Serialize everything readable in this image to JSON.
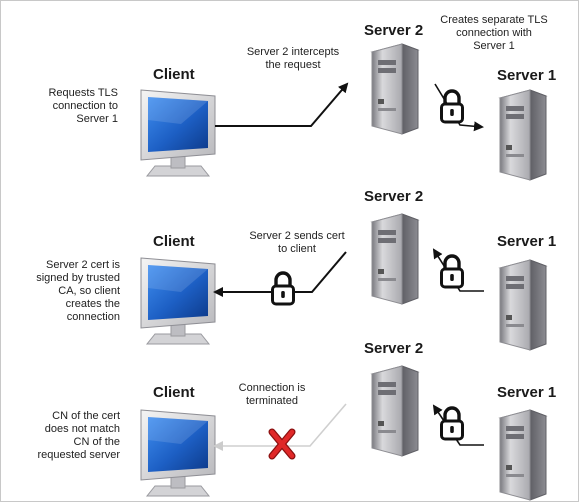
{
  "panels": [
    {
      "client_label": "Client",
      "client_note": [
        "Requests TLS",
        "connection to",
        "Server 1"
      ],
      "server2_label": "Server 2",
      "server1_label": "Server 1",
      "arrow_note": [
        "Server 2 intercepts",
        "the request"
      ],
      "top_note": [
        "Creates separate TLS",
        "connection with",
        "Server 1"
      ]
    },
    {
      "client_label": "Client",
      "client_note": [
        "Server 2 cert is",
        "signed by trusted",
        "CA, so client",
        "creates  the",
        "connection"
      ],
      "server2_label": "Server 2",
      "server1_label": "Server 1",
      "arrow_note": [
        "Server 2 sends cert",
        "to client"
      ]
    },
    {
      "client_label": "Client",
      "client_note": [
        "CN of the cert",
        "does not match",
        "CN of the",
        "requested server"
      ],
      "server2_label": "Server 2",
      "server1_label": "Server 1",
      "arrow_note": [
        "Connection is",
        "terminated"
      ]
    }
  ],
  "colors": {
    "line": "#111111",
    "faded_line": "#d0d0d0",
    "cross": "#d42020",
    "screen": "#1e5fc0",
    "server_body": "#c9c9cc"
  }
}
